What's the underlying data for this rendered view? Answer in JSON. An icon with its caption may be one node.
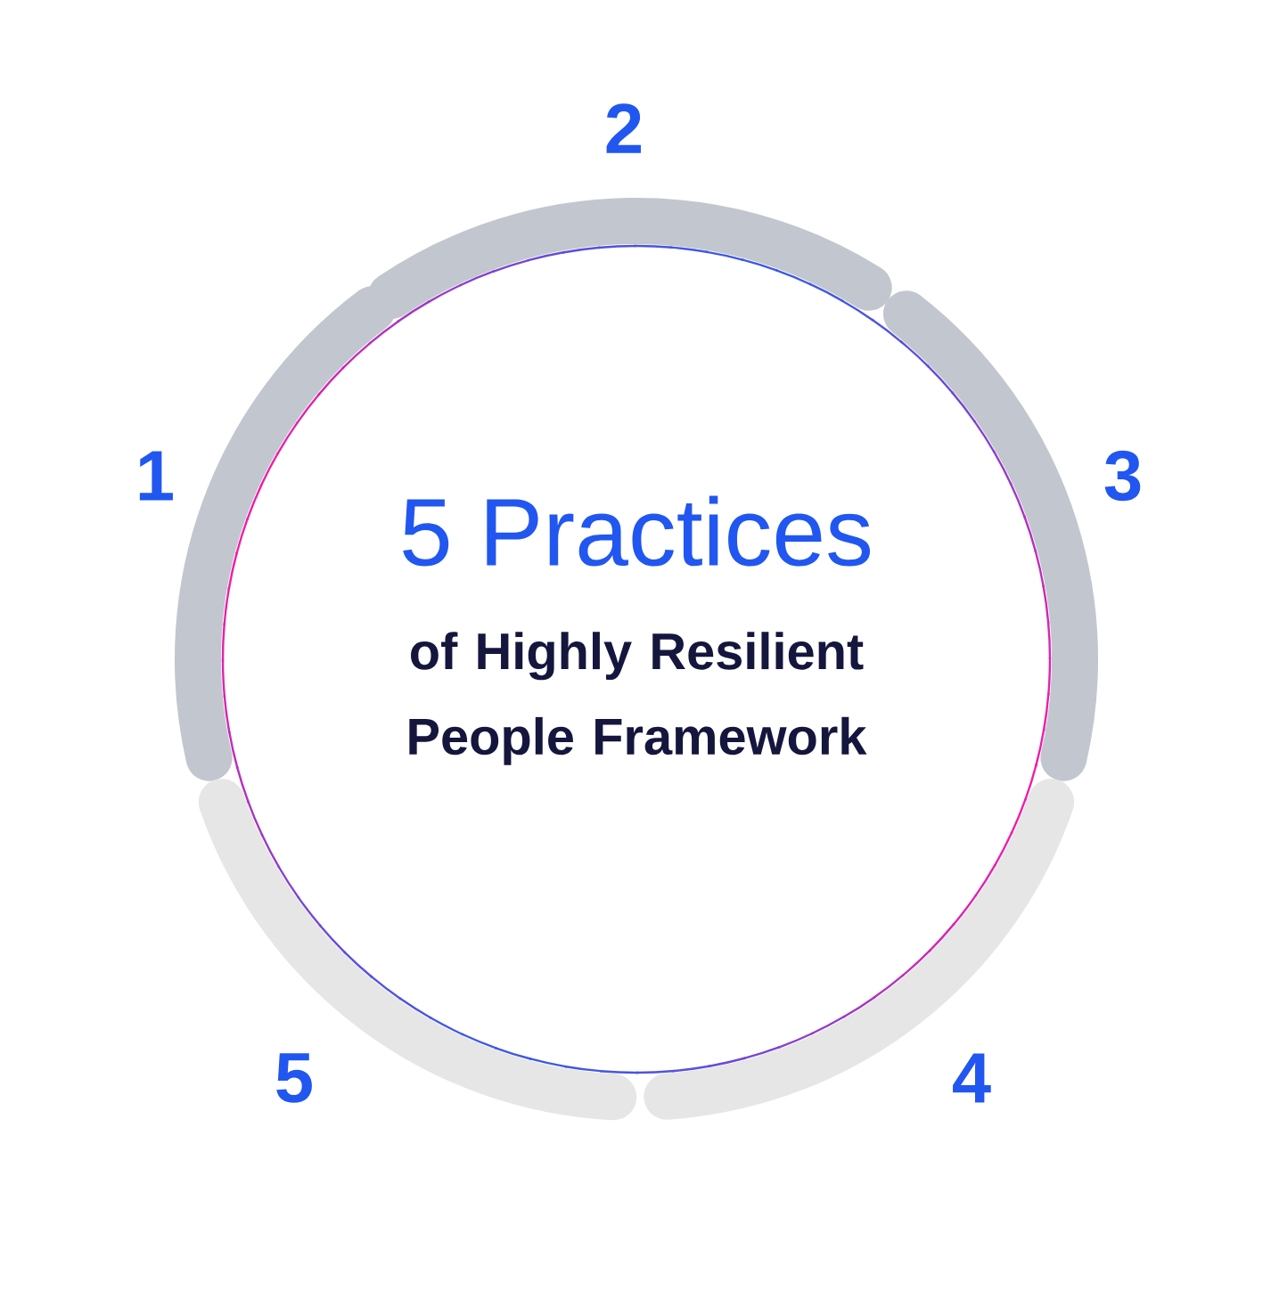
{
  "diagram": {
    "nodes": [
      {
        "text": [
          "5 Practices",
          "of Highly Resilient People Framework"
        ]
      }
    ],
    "labels": [
      "2",
      "1",
      "3",
      "5",
      "4"
    ]
  }
}
